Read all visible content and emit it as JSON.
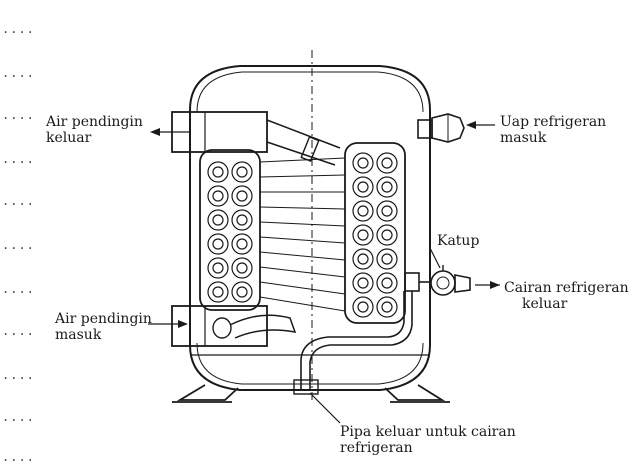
{
  "labels": {
    "cooling_out_line1": "Air pendingin",
    "cooling_out_line2": "keluar",
    "vapor_in_line1": "Uap refrigeran",
    "vapor_in_line2": "masuk",
    "valve": "Katup",
    "liquid_out_line1": "Cairan refrigeran",
    "liquid_out_line2": "keluar",
    "cooling_in_line1": "Air pendingin",
    "cooling_in_line2": "masuk",
    "pipe_out_line1": "Pipa keluar untuk cairan",
    "pipe_out_line2": "refrigeran"
  },
  "margin_marks": [
    "....",
    "....",
    "....",
    "....",
    "....",
    "....",
    "....",
    "....",
    "....",
    "....",
    "...."
  ],
  "colors": {
    "ink": "#1a1a1a",
    "paper": "#ffffff"
  }
}
